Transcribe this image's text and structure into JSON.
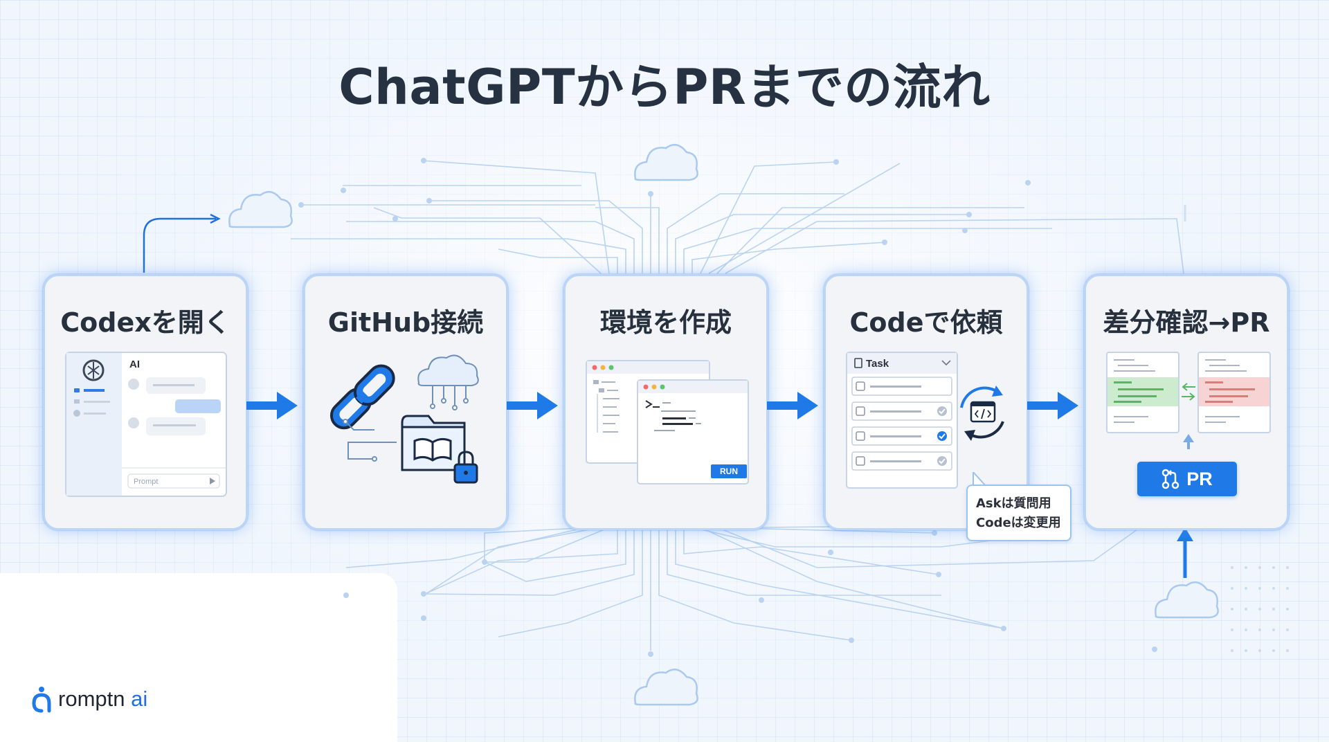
{
  "title": "ChatGPTからPRまでの流れ",
  "steps": [
    {
      "title": "Codexを開く",
      "icon": "chat-window-icon",
      "chat_label": "AI",
      "prompt_placeholder": "Prompt"
    },
    {
      "title": "GitHub接続",
      "icon": "link-cloud-repo-icon"
    },
    {
      "title": "環境を作成",
      "icon": "terminal-window-icon",
      "run_label": "RUN"
    },
    {
      "title": "Codeで依頼",
      "icon": "task-list-icon",
      "task_label": "Task",
      "tip_line1": "Askは質問用",
      "tip_line2": "Codeは変更用"
    },
    {
      "title": "差分確認→PR",
      "icon": "diff-compare-icon",
      "pr_label": "PR"
    }
  ],
  "logo": {
    "brand": "romptn",
    "suffix": "ai"
  },
  "colors": {
    "accent": "#1f7ae8",
    "card_border": "#bcd6f6",
    "title": "#263242",
    "diff_add": "#cdeccf",
    "diff_del": "#f8d3d3"
  }
}
